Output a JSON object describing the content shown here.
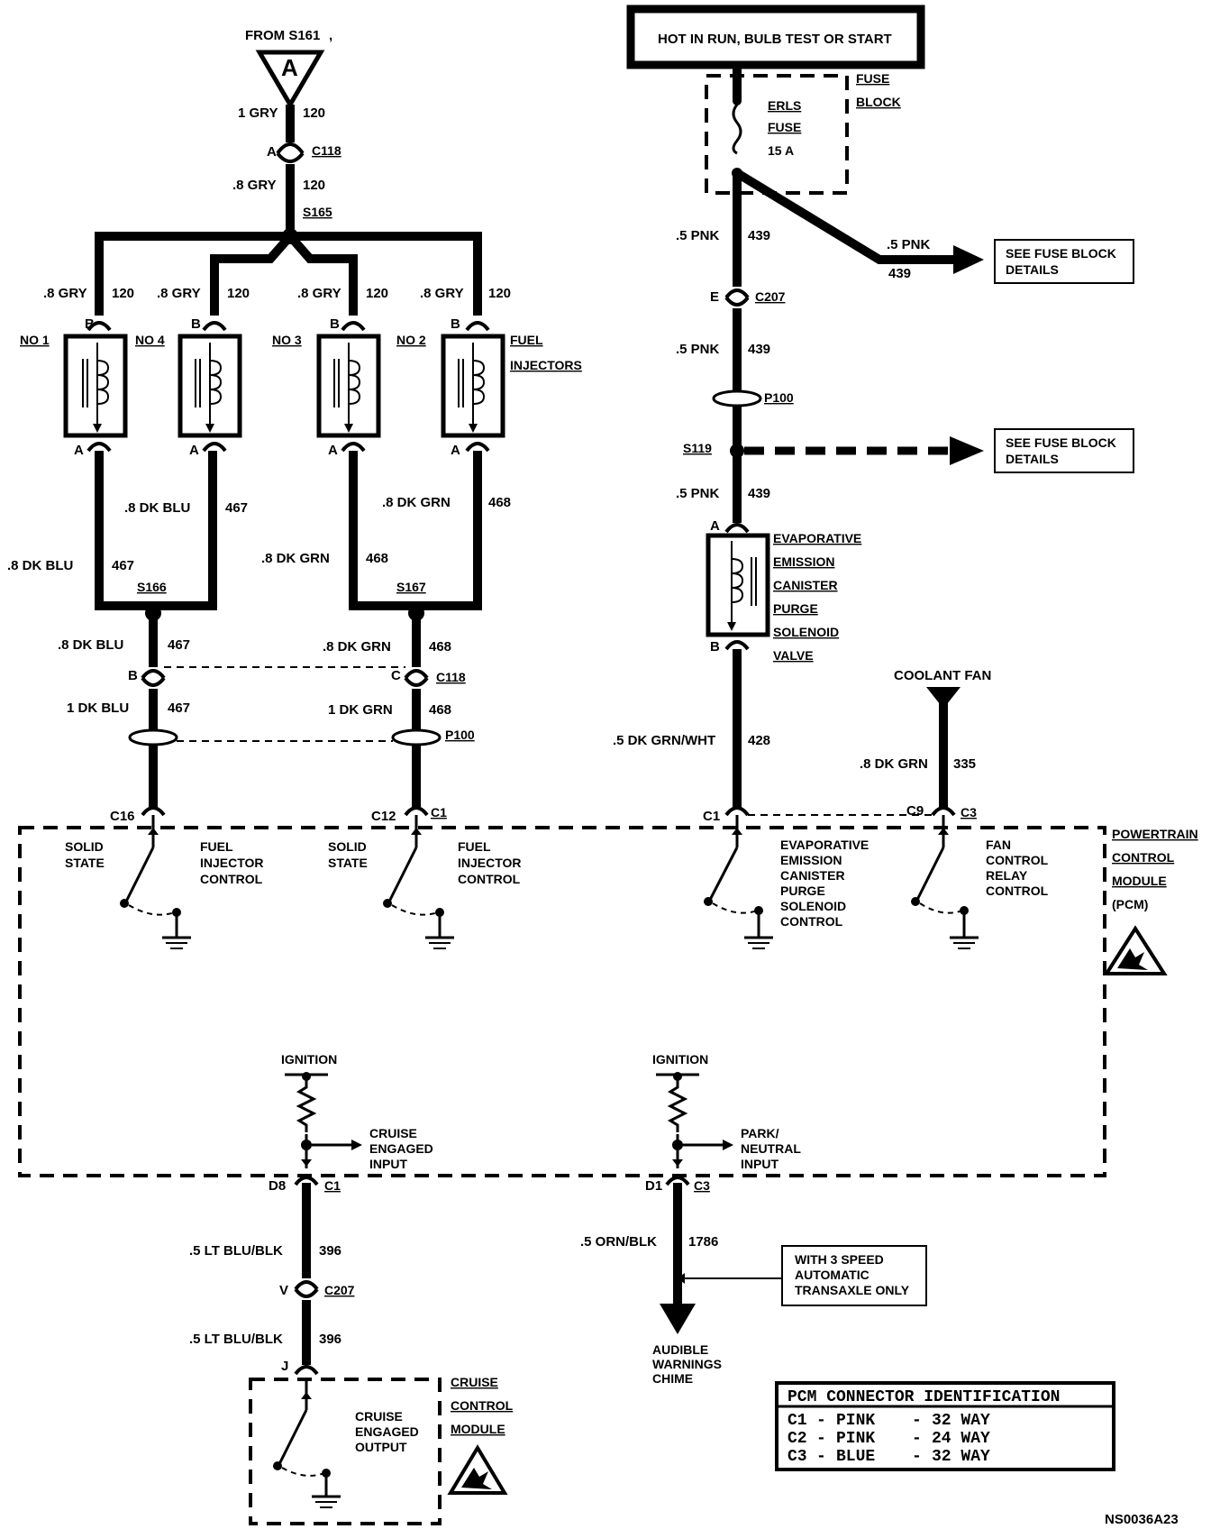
{
  "top": {
    "from_source": "FROM S161",
    "terminal_letter": "A",
    "power_box": "HOT IN RUN, BULB TEST OR START"
  },
  "fuse": {
    "block_label": [
      "FUSE",
      "BLOCK"
    ],
    "fuse_label": [
      "ERLS",
      "FUSE",
      "15 A"
    ]
  },
  "wires": {
    "w_1gry": "1 GRY",
    "w_120": "120",
    "w_8gry": ".8 GRY",
    "w_8dkblu": ".8 DK BLU",
    "w_467": "467",
    "w_8dkgrn": ".8 DK GRN",
    "w_468": "468",
    "w_1dkblu": "1 DK BLU",
    "w_1dkgrn": "1 DK GRN",
    "w_5pnk": ".5 PNK",
    "w_439": "439",
    "w_5dkgrnwht": ".5 DK GRN/WHT",
    "w_428": "428",
    "w_8dkgrn_335": ".8 DK GRN",
    "w_335": "335",
    "w_5ltblublk": ".5 LT BLU/BLK",
    "w_396": "396",
    "w_5ornblk": ".5 ORN/BLK",
    "w_1786": "1786"
  },
  "connectors": {
    "c118": "C118",
    "s165": "S165",
    "s166": "S166",
    "s167": "S167",
    "c207": "C207",
    "p100": "P100",
    "s119": "S119",
    "c16": "C16",
    "c12": "C12",
    "c1": "C1",
    "c3": "C3",
    "c9": "C9",
    "d8": "D8",
    "d1": "D1",
    "c2": "C2",
    "pin_a": "A",
    "pin_b": "B",
    "pin_c": "C",
    "pin_e": "E",
    "pin_v": "V",
    "pin_j": "J"
  },
  "injectors": {
    "no1": "NO 1",
    "no4": "NO 4",
    "no3": "NO 3",
    "no2": "NO 2",
    "title": [
      "FUEL",
      "INJECTORS"
    ]
  },
  "evap_solenoid": [
    "EVAPORATIVE",
    "EMISSION",
    "CANISTER",
    "PURGE",
    "SOLENOID",
    "VALVE"
  ],
  "see_fuse": [
    "SEE FUSE BLOCK",
    "DETAILS"
  ],
  "coolant_fan": "COOLANT FAN",
  "pcm": {
    "label": [
      "POWERTRAIN",
      "CONTROL",
      "MODULE",
      "(PCM)"
    ],
    "solid_state": [
      "SOLID",
      "STATE"
    ],
    "fuel_inj_control": [
      "FUEL",
      "INJECTOR",
      "CONTROL"
    ],
    "evap_control": [
      "EVAPORATIVE",
      "EMISSION",
      "CANISTER",
      "PURGE",
      "SOLENOID",
      "CONTROL"
    ],
    "fan_control": [
      "FAN",
      "CONTROL",
      "RELAY",
      "CONTROL"
    ],
    "ignition": "IGNITION",
    "cruise_input": [
      "CRUISE",
      "ENGAGED",
      "INPUT"
    ],
    "park_input": [
      "PARK/",
      "NEUTRAL",
      "INPUT"
    ]
  },
  "cruise_module": {
    "label": [
      "CRUISE",
      "CONTROL",
      "MODULE"
    ],
    "output": [
      "CRUISE",
      "ENGAGED",
      "OUTPUT"
    ]
  },
  "chime": [
    "AUDIBLE",
    "WARNINGS",
    "CHIME"
  ],
  "transaxle_note": [
    "WITH 3 SPEED",
    "AUTOMATIC",
    "TRANSAXLE ONLY"
  ],
  "pcm_table": {
    "title": "PCM CONNECTOR IDENTIFICATION",
    "rows": [
      {
        "conn": "C1",
        "color": "PINK",
        "ways": "32 WAY"
      },
      {
        "conn": "C2",
        "color": "PINK",
        "ways": "24 WAY"
      },
      {
        "conn": "C3",
        "color": "BLUE",
        "ways": "32 WAY"
      }
    ]
  },
  "figure_id": "NS0036A23"
}
